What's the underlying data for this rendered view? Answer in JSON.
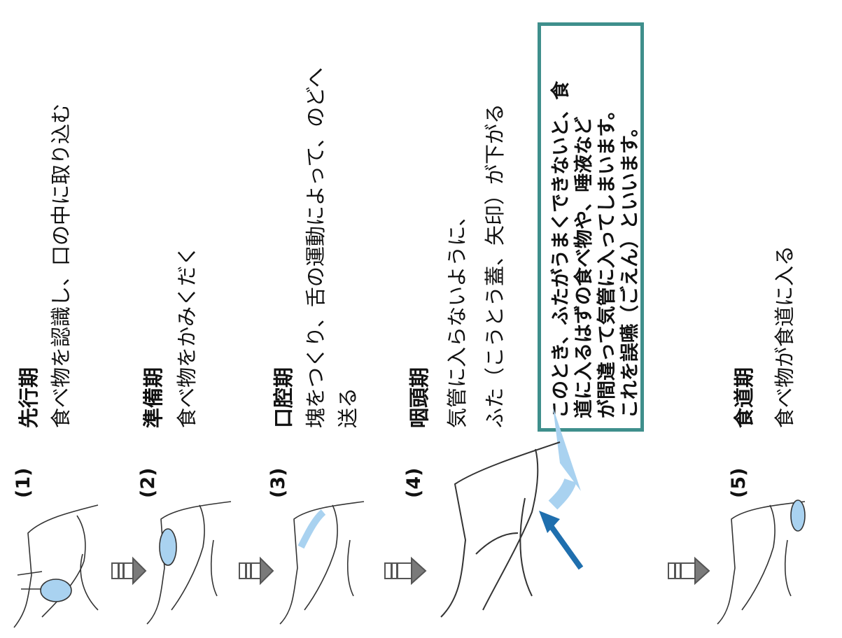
{
  "stages": [
    {
      "num": "(1)",
      "title": "先行期",
      "lines": [
        "食べ物を認識し、口の中に取り込む"
      ]
    },
    {
      "num": "(2)",
      "title": "準備期",
      "lines": [
        "食べ物をかみくだく"
      ]
    },
    {
      "num": "(3)",
      "title": "口腔期",
      "lines": [
        "塊をつくり、舌の運動によって、のどへ",
        "送る"
      ]
    },
    {
      "num": "(4)",
      "title": "咽頭期",
      "lines": [
        "気管に入らないように、",
        "ふた（こうとう蓋、矢印）が下がる"
      ]
    },
    {
      "num": "(5)",
      "title": "食道期",
      "lines": [
        "食べ物が食道に入る"
      ]
    }
  ],
  "note": {
    "lines": [
      "このとき、ふたがうまくできないと、食",
      "道に入るはずの食べ物や、唾液など",
      "が間違って気管に入ってしまいます。",
      "これを誤嚥（ごえん）といいます。"
    ]
  },
  "colors": {
    "bolus": "#a9d2f0",
    "accent_arrow": "#1f6fae",
    "callout_border": "#3f8f8c",
    "flow_arrow": "#7a7a7a",
    "pointer": "#a9d2f0"
  }
}
